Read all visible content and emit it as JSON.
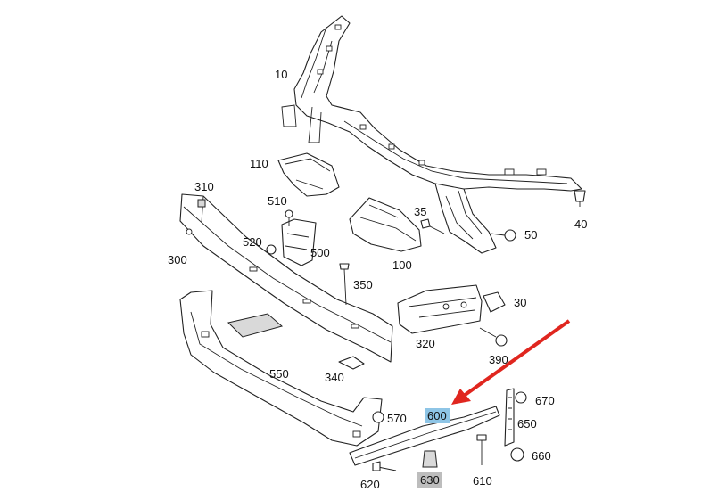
{
  "diagram": {
    "arrow_color": "#e0261f",
    "highlight_colors": {
      "selected": "#8ec5e6",
      "muted": "#bdbdbd"
    },
    "callouts": [
      {
        "id": "10",
        "text": "10"
      },
      {
        "id": "110",
        "text": "110"
      },
      {
        "id": "310",
        "text": "310"
      },
      {
        "id": "510",
        "text": "510"
      },
      {
        "id": "35",
        "text": "35"
      },
      {
        "id": "520",
        "text": "520"
      },
      {
        "id": "500",
        "text": "500"
      },
      {
        "id": "50",
        "text": "50"
      },
      {
        "id": "40",
        "text": "40"
      },
      {
        "id": "100",
        "text": "100"
      },
      {
        "id": "300",
        "text": "300"
      },
      {
        "id": "350",
        "text": "350"
      },
      {
        "id": "30",
        "text": "30"
      },
      {
        "id": "320",
        "text": "320"
      },
      {
        "id": "390",
        "text": "390"
      },
      {
        "id": "550",
        "text": "550"
      },
      {
        "id": "340",
        "text": "340"
      },
      {
        "id": "670",
        "text": "670"
      },
      {
        "id": "600",
        "text": "600",
        "highlight": "selected"
      },
      {
        "id": "650",
        "text": "650"
      },
      {
        "id": "570",
        "text": "570"
      },
      {
        "id": "660",
        "text": "660"
      },
      {
        "id": "620",
        "text": "620"
      },
      {
        "id": "630",
        "text": "630",
        "highlight": "muted"
      },
      {
        "id": "610",
        "text": "610"
      }
    ]
  }
}
